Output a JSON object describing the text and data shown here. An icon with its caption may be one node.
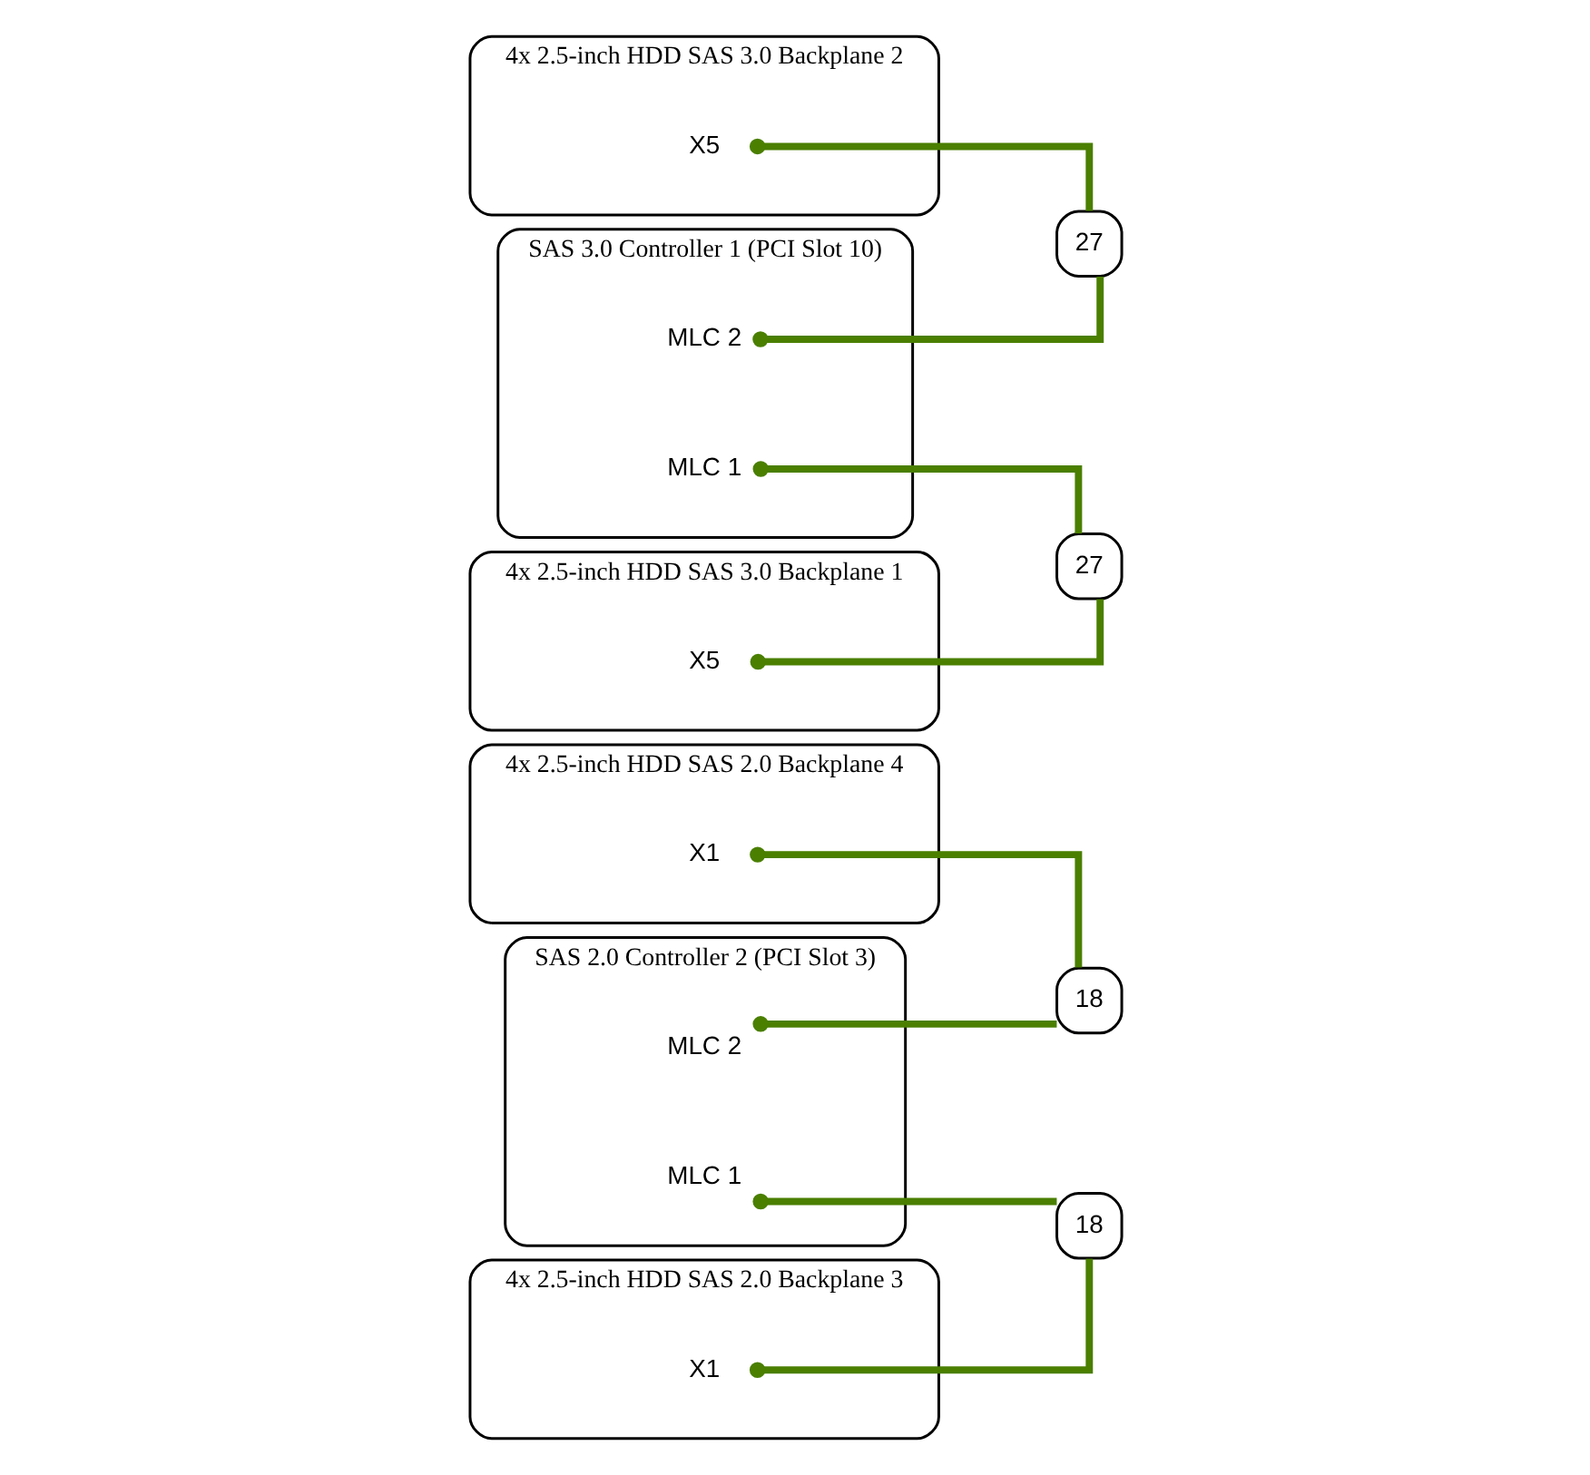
{
  "diagram": {
    "nodes": [
      {
        "text": [
          "SAS 2.0 Controller 2 (PCI Slot 3)"
        ]
      },
      {
        "text": [
          "MLC 2"
        ],
        "in": 0
      },
      {
        "text": [
          "MLC 1"
        ],
        "in": 0
      },
      {
        "text": [
          "SAS 3.0 Controller 1 (PCI Slot 10)"
        ]
      },
      {
        "text": [
          "MLC 2"
        ],
        "in": 3
      },
      {
        "text": [
          "MLC 1"
        ],
        "in": 3
      },
      {
        "text": [
          "4x 2.5-inch HDD SAS 2.0 Backplane 4"
        ]
      },
      {
        "text": [
          "X1"
        ],
        "in": 6
      },
      {
        "text": [
          "4x 2.5-inch HDD SAS 2.0 Backplane 3"
        ]
      },
      {
        "text": [
          "X1"
        ],
        "in": 8
      },
      {
        "text": [
          "4x 2.5-inch HDD SAS 3.0 Backplane 2"
        ]
      },
      {
        "text": [
          "X5"
        ],
        "in": 10
      },
      {
        "text": [
          "4x 2.5-inch HDD SAS 3.0 Backplane 1"
        ]
      },
      {
        "text": [
          "X5"
        ],
        "in": 12
      },
      {
        "text": [
          "18"
        ]
      },
      {
        "text": [
          "18"
        ]
      },
      {
        "text": [
          "27"
        ]
      },
      {
        "text": [
          "27"
        ]
      }
    ],
    "edges": [
      {
        "from": 1,
        "to": 14,
        "arrow": "other"
      },
      {
        "from": 7,
        "to": 14,
        "arrow": "other"
      },
      {
        "from": 2,
        "to": 15,
        "arrow": "other"
      },
      {
        "from": 9,
        "to": 15,
        "arrow": "other"
      },
      {
        "from": 4,
        "to": 16,
        "arrow": "other"
      },
      {
        "from": 11,
        "to": 16,
        "arrow": "other"
      },
      {
        "from": 5,
        "to": 17,
        "arrow": "other"
      },
      {
        "from": 13,
        "to": 17,
        "arrow": "other"
      }
    ]
  }
}
